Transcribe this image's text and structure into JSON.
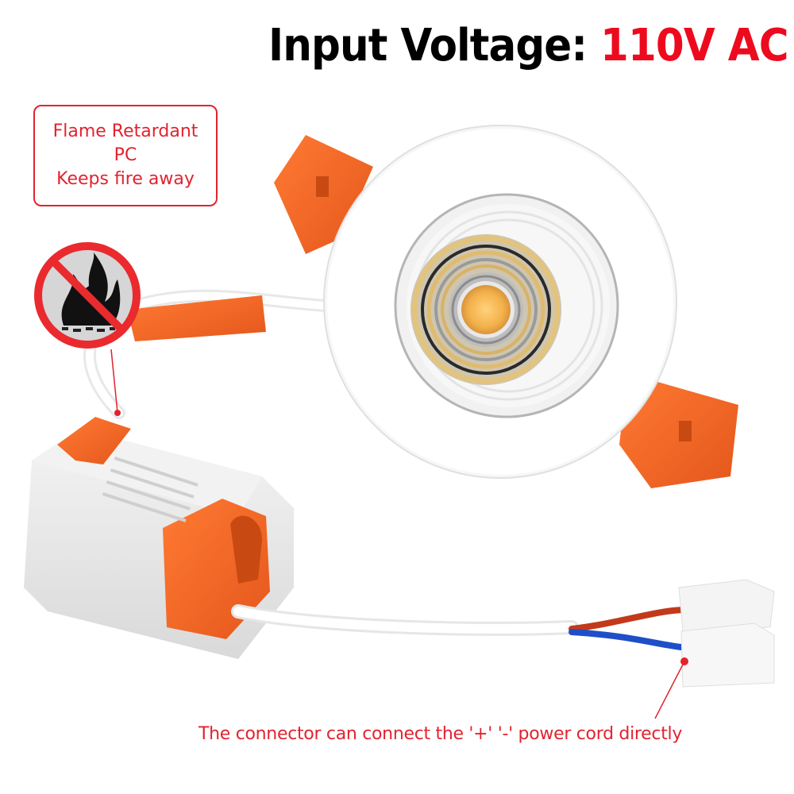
{
  "header": {
    "title_prefix": "Input Voltage: ",
    "title_value": "110V AC"
  },
  "callout": {
    "line1": "Flame Retardant",
    "line2": "PC",
    "line3": "Keeps fire away"
  },
  "icons": {
    "no_fire": "no-fire-prohibition-icon"
  },
  "product": {
    "components": [
      "led-downlight",
      "led-driver",
      "wire-connector"
    ],
    "wire_colors": {
      "live": "#c23a1a",
      "neutral": "#1f4fc8"
    },
    "accent_orange": "#f26522",
    "led_color": "#f5c060"
  },
  "footer": {
    "note": "The connector can connect the '+' '-' power cord directly"
  },
  "colors": {
    "text_dark": "#000000",
    "accent_red": "#ee0a1e",
    "callout_red": "#e2232f"
  }
}
